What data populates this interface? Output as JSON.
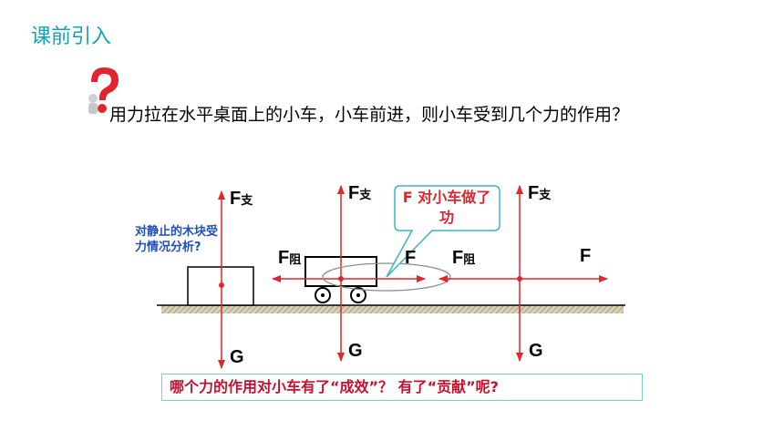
{
  "header": {
    "title": "课前引入"
  },
  "question": {
    "text": "用力拉在水平桌面上的小车，小车前进，则小车受到几个力的作用？"
  },
  "diagram": {
    "left_note": "对静止的木块受力情况分析?",
    "callout": "F 对小车做了功",
    "force_labels": {
      "support": "F",
      "support_sub": "支",
      "friction": "F",
      "friction_sub": "阻",
      "pull": "F",
      "gravity": "G"
    }
  },
  "bottom_question": "哪个力的作用对小车有了“成效”？ 有了“贡献”呢?",
  "colors": {
    "title": "#11a3b7",
    "arrow": "#e0262c",
    "note": "#1f4fbf",
    "callout_border": "#3ab3c8"
  }
}
